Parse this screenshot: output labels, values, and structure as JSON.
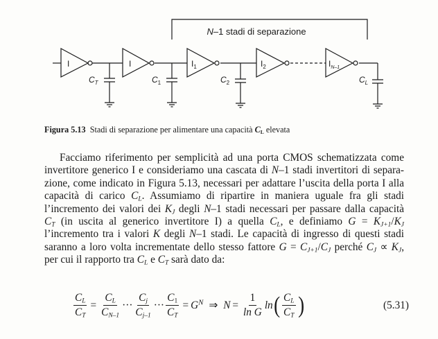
{
  "figure": {
    "bracket_label": "N–1 stadi di separazione",
    "bracket_label_italic": "N",
    "bracket_label_rest": "–1 stadi di separazione",
    "inverters": [
      {
        "main": "I",
        "sub": ""
      },
      {
        "main": "I",
        "sub": ""
      },
      {
        "main": "I",
        "sub": "1"
      },
      {
        "main": "I",
        "sub": "2"
      },
      {
        "main": "I",
        "sub": "N–1"
      }
    ],
    "capacitors": [
      {
        "main": "C",
        "sub": "T"
      },
      {
        "main": "C",
        "sub": "1"
      },
      {
        "main": "C",
        "sub": "2"
      },
      {
        "main": "C",
        "sub": "L"
      }
    ]
  },
  "caption": {
    "label": "Figura 5.13",
    "text": "Stadi di separazione per alimentare una capacità ",
    "var": "C",
    "var_sub": "L",
    "tail": " elevata"
  },
  "paragraph": [
    [
      "Facciamo riferimento per semplicità ad una porta CMOS schematizzata come"
    ],
    [
      "invertitore generico I e consideriamo una cascata di ",
      {
        "i": "N"
      },
      "–1 stadi invertitori di separa-"
    ],
    [
      "zione, come indicato in Figura 5.13, necessari per adattare l’uscita della porta I alla"
    ],
    [
      "capacità di carico ",
      {
        "i": "C",
        "s": "L"
      },
      ". Assumiamo di ripartire in maniera uguale fra gli stadi"
    ],
    [
      "l’incremento dei valori dei ",
      {
        "i": "K",
        "s": "J"
      },
      " degli ",
      {
        "i": "N"
      },
      "–1 stadi necessari per passare dalla capacità"
    ],
    [
      {
        "i": "C",
        "s": "T"
      },
      " (in uscita al generico invertitore I) a quella ",
      {
        "i": "C",
        "s": "L"
      },
      ", e definiamo ",
      {
        "i": "G"
      },
      " = ",
      {
        "i": "K",
        "s": "J+1"
      },
      "/",
      {
        "i": "K",
        "s": "J"
      }
    ],
    [
      "l’incremento tra i valori ",
      {
        "i": "K"
      },
      " degli ",
      {
        "i": "N"
      },
      "–1 stadi. Le capacità di ingresso di questi stadi"
    ],
    [
      "saranno a loro volta incrementate dello stesso fattore ",
      {
        "i": "G"
      },
      " = ",
      {
        "i": "C",
        "s": "J+1"
      },
      "/",
      {
        "i": "C",
        "s": "J"
      },
      " perché ",
      {
        "i": "C",
        "s": "J"
      },
      " ∝ ",
      {
        "i": "K",
        "s": "J"
      },
      ","
    ],
    [
      "per cui il rapporto tra ",
      {
        "i": "C",
        "s": "L"
      },
      " e ",
      {
        "i": "C",
        "s": "T"
      },
      " sarà dato da:"
    ]
  ],
  "equation": {
    "C": "C",
    "L": "L",
    "T": "T",
    "N_1": "N–1",
    "j": "j",
    "j_1": "j–1",
    "one": "1",
    "eq": "=",
    "dots": "···",
    "G": "G",
    "N": "N",
    "implies": "⇒",
    "ln": "ln",
    "lnG": "ln G",
    "lparen": "(",
    "rparen": ")",
    "number": "(5.31)"
  }
}
